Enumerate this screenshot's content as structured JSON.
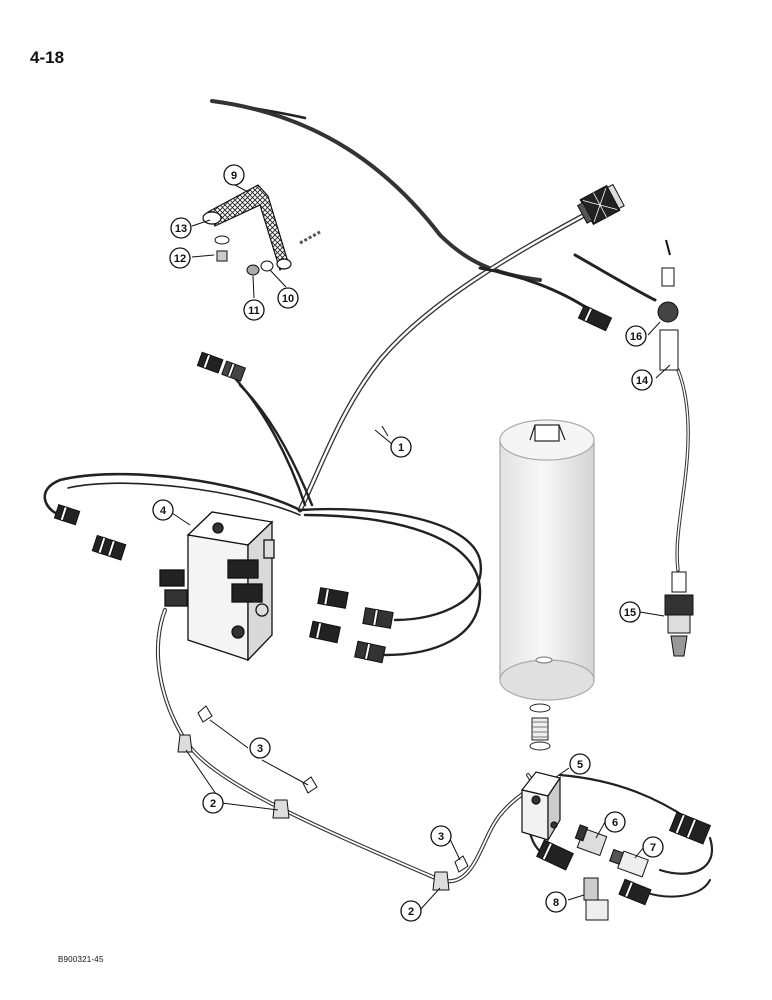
{
  "page_number": "4-18",
  "reference_code": "B900321-45",
  "callouts": [
    "1",
    "2",
    "2",
    "2",
    "3",
    "3",
    "4",
    "5",
    "6",
    "7",
    "8",
    "9",
    "10",
    "11",
    "12",
    "13",
    "14",
    "15",
    "16"
  ]
}
